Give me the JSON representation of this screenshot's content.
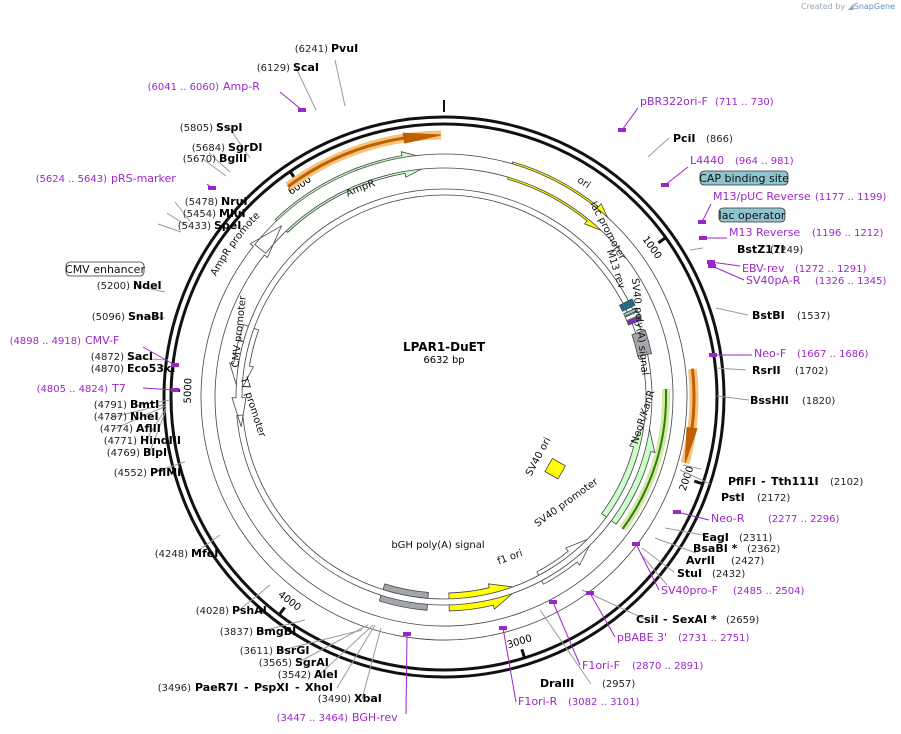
{
  "credit": {
    "prefix": "Created by",
    "brand": "SnapGene"
  },
  "plasmid": {
    "name": "LPAR1-DuET",
    "size": "6632 bp"
  },
  "ticks": [
    "1000",
    "2000",
    "3000",
    "4000",
    "5000",
    "6000"
  ],
  "sites": [
    {
      "pos": "(6241)",
      "name": "PvuI"
    },
    {
      "pos": "(6129)",
      "name": "ScaI"
    },
    {
      "pos": "(5805)",
      "name": "SspI"
    },
    {
      "pos": "(5684)",
      "name": "SgrDI"
    },
    {
      "pos": "(5670)",
      "name": "BglII"
    },
    {
      "pos": "(5478)",
      "name": "NruI"
    },
    {
      "pos": "(5454)",
      "name": "MluI"
    },
    {
      "pos": "(5433)",
      "name": "SpeI"
    },
    {
      "pos": "(5200)",
      "name": "NdeI"
    },
    {
      "pos": "(5096)",
      "name": "SnaBI"
    },
    {
      "pos": "(4872)",
      "name": "SacI"
    },
    {
      "pos": "(4870)",
      "name": "Eco53kI"
    },
    {
      "pos": "(4791)",
      "name": "BmtI"
    },
    {
      "pos": "(4787)",
      "name": "NheI"
    },
    {
      "pos": "(4774)",
      "name": "AflII"
    },
    {
      "pos": "(4771)",
      "name": "HindIII"
    },
    {
      "pos": "(4769)",
      "name": "BlpI"
    },
    {
      "pos": "(4552)",
      "name": "PflMI"
    },
    {
      "pos": "(4248)",
      "name": "MfeI"
    },
    {
      "pos": "(4028)",
      "name": "PshAI"
    },
    {
      "pos": "(3837)",
      "name": "BmgBI"
    },
    {
      "pos": "(3611)",
      "name": "BsrGI"
    },
    {
      "pos": "(3565)",
      "name": "SgrAI"
    },
    {
      "pos": "(3542)",
      "name": "AleI"
    },
    {
      "pos": "(3490)",
      "name": "XbaI"
    },
    {
      "name": "PciI",
      "pos": "(866)"
    },
    {
      "name": "BstZ17I",
      "pos": "(1249)"
    },
    {
      "name": "BstBI",
      "pos": "(1537)"
    },
    {
      "name": "RsrII",
      "pos": "(1702)"
    },
    {
      "name": "BssHII",
      "pos": "(1820)"
    },
    {
      "name": "PstI",
      "pos": "(2172)"
    },
    {
      "name": "EagI",
      "pos": "(2311)"
    },
    {
      "name": "BsaBI *",
      "pos": "(2362)"
    },
    {
      "name": "AvrII",
      "pos": "(2427)"
    },
    {
      "name": "StuI",
      "pos": "(2432)"
    },
    {
      "name": "DraIII",
      "pos": "(2957)"
    }
  ],
  "combo_sites": [
    {
      "name1": "PflFI",
      "sep": " - ",
      "name2": "Tth111I",
      "pos": "(2102)"
    },
    {
      "name1": "CsiI",
      "sep": " - ",
      "name2": "SexAI *",
      "pos": "(2659)"
    },
    {
      "pos": "(3496)",
      "name1": "PaeR7I",
      "sep": " - ",
      "name2": "PspXI",
      "sep2": " - ",
      "name3": "XhoI"
    }
  ],
  "primers": [
    {
      "range": "(6041 .. 6060)",
      "name": "Amp-R"
    },
    {
      "range": "(5624 .. 5643)",
      "name": "pRS-marker"
    },
    {
      "range": "(4898 .. 4918)",
      "name": "CMV-F"
    },
    {
      "range": "(4805 .. 4824)",
      "name": "T7"
    },
    {
      "range": "(3447 .. 3464)",
      "name": "BGH-rev"
    },
    {
      "name": "pBR322ori-F",
      "range": "(711 .. 730)"
    },
    {
      "name": "L4440",
      "range": "(964 .. 981)"
    },
    {
      "name": "M13/pUC Reverse",
      "range": "(1177 .. 1199)"
    },
    {
      "name": "M13 Reverse",
      "range": "(1196 .. 1212)"
    },
    {
      "name": "EBV-rev",
      "range": "(1272 .. 1291)"
    },
    {
      "name": "SV40pA-R",
      "range": "(1326 .. 1345)"
    },
    {
      "name": "Neo-F",
      "range": "(1667 .. 1686)"
    },
    {
      "name": "Neo-R",
      "range": "(2277 .. 2296)"
    },
    {
      "name": "SV40pro-F",
      "range": "(2485 .. 2504)"
    },
    {
      "name": "pBABE 3'",
      "range": "(2731 .. 2751)"
    },
    {
      "name": "F1ori-F",
      "range": "(2870 .. 2891)"
    },
    {
      "name": "F1ori-R",
      "range": "(3082 .. 3101)"
    }
  ],
  "boxed_features": [
    "CMV enhancer",
    "CAP binding site",
    "lac operator"
  ],
  "feature_labels": {
    "ori": "ori",
    "ampr": "AmpR",
    "ampr_promoter": "AmpR promoter",
    "lac_promoter": "lac promoter",
    "m13_rev": "M13 rev",
    "sv40_polya": "SV40 poly(A) signal",
    "neo": "NeoR/KanR",
    "sv40_ori": "SV40 ori",
    "sv40_promoter": "SV40 promoter",
    "f1_ori": "f1 ori",
    "bgh": "bGH poly(A) signal",
    "t7_promoter": "T7 promoter",
    "cmv_promoter": "CMV promoter"
  },
  "colors": {
    "ori": "#ffff00",
    "ampr": "#ccffcc",
    "orf_highlight": "#d4e9a6",
    "orf_line": "#2f7d13",
    "orange": "#f4c47e",
    "orange_line": "#c06000",
    "grey": "#a3a7ab",
    "primer": "#9c27c8",
    "box": "#8fc4ce"
  }
}
